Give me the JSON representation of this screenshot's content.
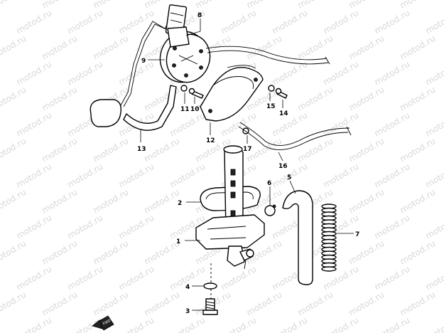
{
  "watermark": "motod.ru",
  "fwd_label": "FWD",
  "callouts": {
    "p1": "1",
    "p2": "2",
    "p3": "3",
    "p4": "4",
    "p5": "5",
    "p6": "6",
    "p7": "7",
    "p8": "8",
    "p9": "9",
    "p10": "10",
    "p11": "11",
    "p12": "12",
    "p13": "13",
    "p14": "14",
    "p15": "15",
    "p16": "16",
    "p17": "17"
  }
}
